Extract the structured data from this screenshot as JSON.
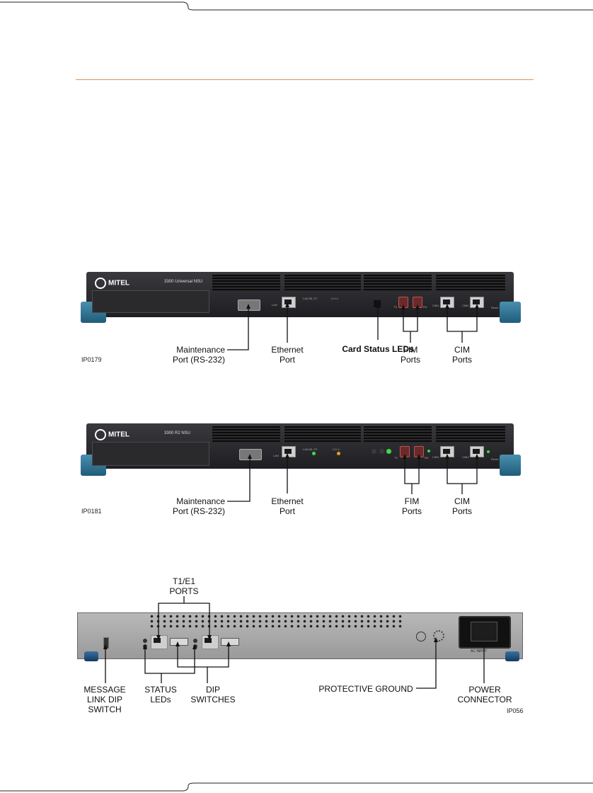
{
  "figure1": {
    "logo_text": "MITEL",
    "model_text": "3300 Universal NSU",
    "port_labels": [
      "LAN",
      "LAN ML ST",
      "L0 L1",
      "TX",
      "RX",
      "CIM1",
      "CIM2",
      "Reset"
    ],
    "callouts": {
      "maintenance": "Maintenance\nPort (RS-232)",
      "ethernet": "Ethernet\nPort",
      "card_status": "Card Status LEDs",
      "fim": "FIM\nPorts",
      "cim": "CIM\nPorts"
    },
    "figure_id": "IP0179"
  },
  "figure2": {
    "logo_text": "MITEL",
    "model_text": "3300 R2 NSU",
    "port_labels": [
      "LAN",
      "LAN ML ST",
      "L0 L1",
      "TX",
      "RX",
      "CIM1",
      "CIM2",
      "Reset"
    ],
    "callouts": {
      "maintenance": "Maintenance\nPort (RS-232)",
      "ethernet": "Ethernet\nPort",
      "fim": "FIM\nPorts",
      "cim": "CIM\nPorts"
    },
    "figure_id": "IP0181"
  },
  "figure3": {
    "callouts": {
      "t1e1": "T1/E1\nPORTS",
      "message_link": "MESSAGE\nLINK DIP\nSWITCH",
      "status_leds": "STATUS\nLEDs",
      "dip_switches": "DIP\nSWITCHES",
      "protective_ground": "PROTECTIVE GROUND",
      "power_connector": "POWER\nCONNECTOR"
    },
    "power_label": "AC INPUT",
    "figure_id": "IP056"
  },
  "colors": {
    "rule": "#d9955a",
    "chassis": "#2a2a2d",
    "feet": "#2f7596",
    "led_green": "#3ddc3d",
    "led_amber": "#e0a020"
  }
}
